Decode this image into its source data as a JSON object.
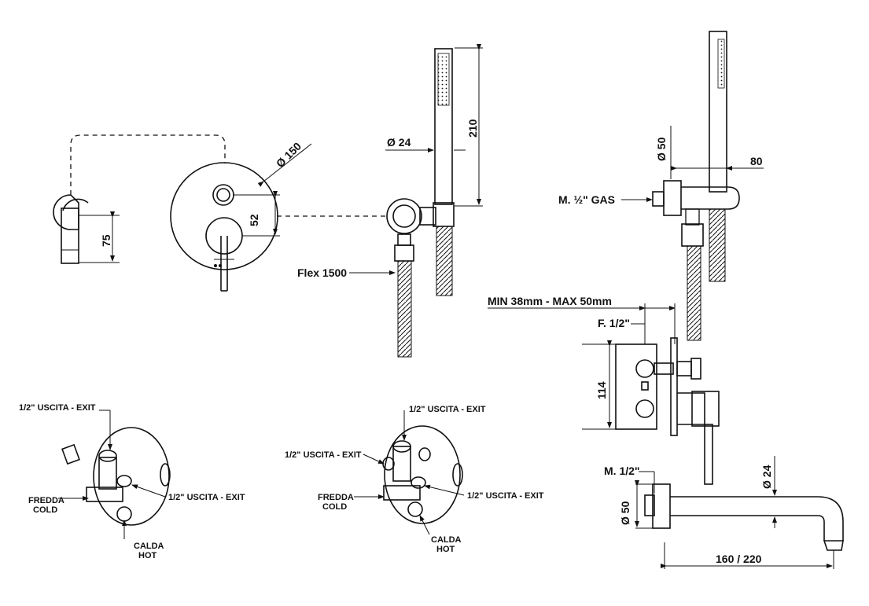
{
  "dimensions": {
    "d150": "Ø 150",
    "d52": "52",
    "d75": "75",
    "d24_top": "Ø  24",
    "d210": "210",
    "d50_top": "Ø 50",
    "d80": "80",
    "d114": "114",
    "d24_spout": "Ø 24",
    "d50_spout": "Ø 50",
    "d160_220": "160 / 220"
  },
  "labels": {
    "flex": "Flex 1500",
    "m_half_gas": "M. ½\" GAS",
    "min_max": "MIN 38mm - MAX 50mm",
    "f_half": "F. 1/2\"",
    "m_half": "M. 1/2\"",
    "left_exit_top": "1/2\" USCITA - EXIT",
    "left_exit_right": "1/2\" USCITA - EXIT",
    "left_cold_1": "FREDDA",
    "left_cold_2": "COLD",
    "left_hot_1": "CALDA",
    "left_hot_2": "HOT",
    "mid_exit_top": "1/2\" USCITA - EXIT",
    "mid_exit_left": "1/2\" USCITA - EXIT",
    "mid_exit_right": "1/2\" USCITA - EXIT",
    "mid_cold_1": "FREDDA",
    "mid_cold_2": "COLD",
    "mid_hot_1": "CALDA",
    "mid_hot_2": "HOT"
  }
}
